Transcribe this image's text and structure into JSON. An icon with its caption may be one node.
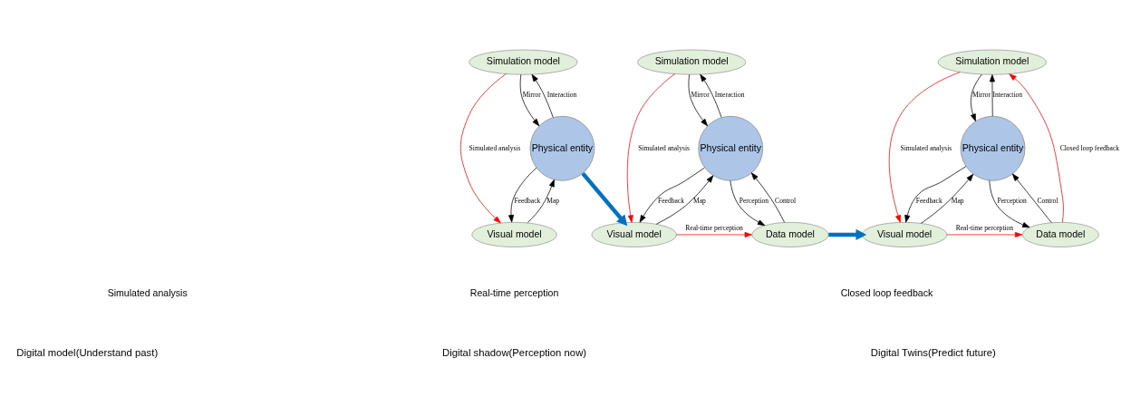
{
  "diagram": {
    "nodes": [
      {
        "text": [
          "Simulation model"
        ]
      },
      {
        "text": [
          "Physical entity"
        ]
      },
      {
        "text": [
          "Visual model"
        ]
      },
      {
        "text": [
          "Simulation model"
        ]
      },
      {
        "text": [
          "Physical entity"
        ]
      },
      {
        "text": [
          "Visual model"
        ]
      },
      {
        "text": [
          "Data model"
        ]
      },
      {
        "text": [
          "Simulation model"
        ]
      },
      {
        "text": [
          "Physical entity"
        ]
      },
      {
        "text": [
          "Visual model"
        ]
      },
      {
        "text": [
          "Data model"
        ]
      }
    ],
    "edges": [
      {
        "from": 0,
        "to": 2,
        "arrow": "to",
        "label": "Simulated analysis",
        "color": "#ff0000"
      },
      {
        "from": 0,
        "to": 1,
        "arrow": "to",
        "label": "Mirror"
      },
      {
        "from": 1,
        "to": 0,
        "arrow": "to",
        "label": "Interaction"
      },
      {
        "from": 1,
        "to": 2,
        "arrow": "to",
        "label": "Feedback"
      },
      {
        "from": 2,
        "to": 1,
        "arrow": "to",
        "label": "Map"
      },
      {
        "from": 1,
        "to": 5,
        "arrow": "to",
        "style": "thick",
        "color": "#0070c0"
      },
      {
        "from": 3,
        "to": 5,
        "arrow": "to",
        "label": "Simulated analysis",
        "color": "#ff0000"
      },
      {
        "from": 3,
        "to": 4,
        "arrow": "to",
        "label": "Mirror"
      },
      {
        "from": 4,
        "to": 3,
        "arrow": "to",
        "label": "Interaction"
      },
      {
        "from": 4,
        "to": 5,
        "arrow": "to",
        "label": "Feedback"
      },
      {
        "from": 5,
        "to": 4,
        "arrow": "to",
        "label": "Map"
      },
      {
        "from": 4,
        "to": 6,
        "arrow": "to",
        "label": "Perception"
      },
      {
        "from": 6,
        "to": 4,
        "arrow": "to",
        "label": "Control"
      },
      {
        "from": 5,
        "to": 6,
        "arrow": "to",
        "label": "Real-time perception",
        "color": "#ff0000"
      },
      {
        "from": 6,
        "to": 9,
        "arrow": "to",
        "style": "thick",
        "color": "#0070c0"
      },
      {
        "from": 7,
        "to": 9,
        "arrow": "to",
        "label": "Simulated analysis",
        "color": "#ff0000"
      },
      {
        "from": 7,
        "to": 8,
        "arrow": "to",
        "label": "Mirror"
      },
      {
        "from": 8,
        "to": 7,
        "arrow": "to",
        "label": "Interaction"
      },
      {
        "from": 8,
        "to": 9,
        "arrow": "to",
        "label": "Feedback"
      },
      {
        "from": 9,
        "to": 8,
        "arrow": "to",
        "label": "Map"
      },
      {
        "from": 8,
        "to": 10,
        "arrow": "to",
        "label": "Perception"
      },
      {
        "from": 10,
        "to": 8,
        "arrow": "to",
        "label": "Control"
      },
      {
        "from": 9,
        "to": 10,
        "arrow": "to",
        "label": "Real-time perception",
        "color": "#ff0000"
      },
      {
        "from": 10,
        "to": 7,
        "arrow": "to",
        "label": "Closed loop feedback",
        "color": "#ff0000"
      }
    ],
    "labels": [
      "Simulated analysis",
      "Real-time perception",
      "Closed loop feedback",
      "Digital model(Understand past)",
      "Digital shadow(Perception now)",
      "Digital Twins(Predict future)"
    ]
  }
}
